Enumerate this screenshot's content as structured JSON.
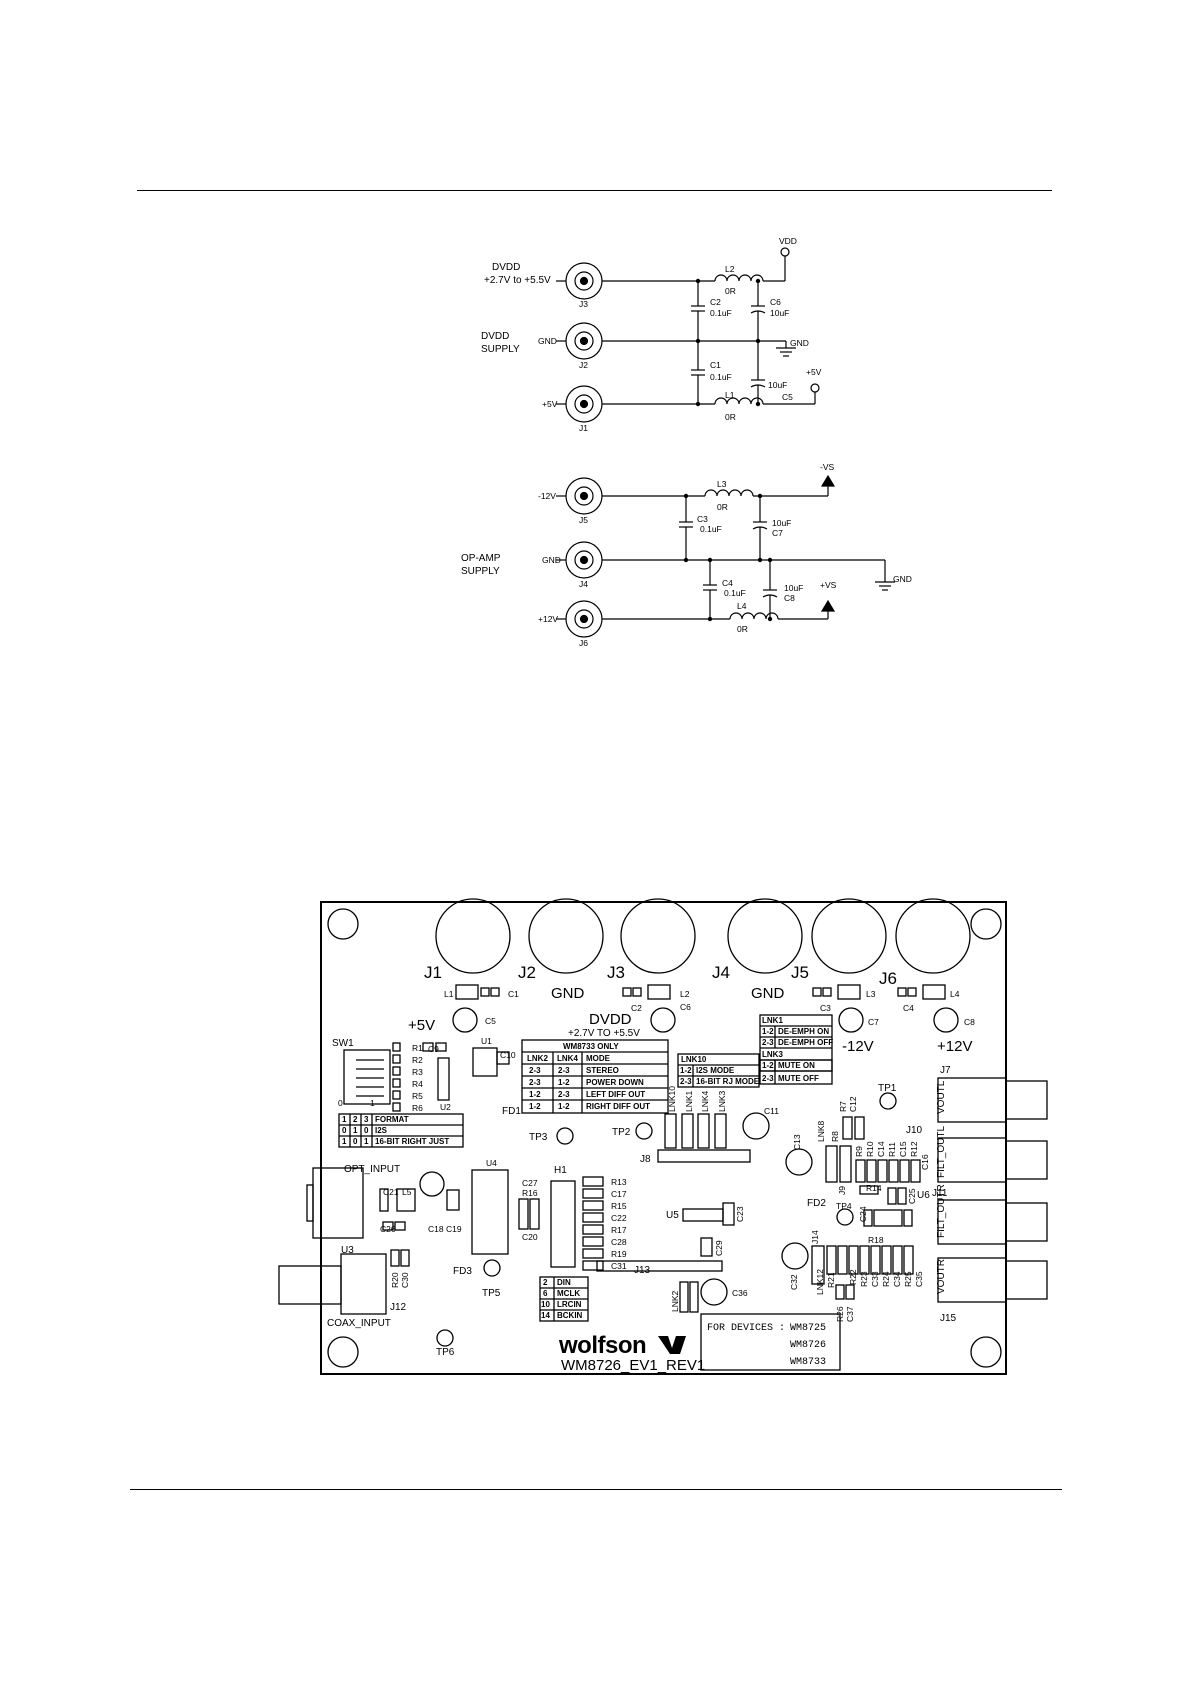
{
  "schematic": {
    "top": {
      "dvdd_label": "DVDD",
      "dvdd_range": "+2.7V to +5.5V",
      "supply_word1": "DVDD",
      "supply_word2": "SUPPLY",
      "gnd_in": "GND",
      "plus5_in": "+5V",
      "vdd_label": "VDD",
      "gnd_out": "GND",
      "plus5_out": "+5V",
      "j3": "J3",
      "j2": "J2",
      "j1": "J1",
      "l2": "L2",
      "l2v": "0R",
      "l1": "L1",
      "l1v": "0R",
      "c2": "C2",
      "c2v": "0.1uF",
      "c1": "C1",
      "c1v": "0.1uF",
      "c6": "C6",
      "c6v": "10uF",
      "c5": "C5",
      "c5v": "10uF"
    },
    "bottom": {
      "minus12_in": "-12V",
      "opamp_word1": "OP-AMP",
      "opamp_word2": "SUPPLY",
      "gnd_in": "GND",
      "plus12_in": "+12V",
      "j5": "J5",
      "j4": "J4",
      "j6": "J6",
      "l3": "L3",
      "l3v": "0R",
      "l4": "L4",
      "l4v": "0R",
      "c3": "C3",
      "c3v": "0.1uF",
      "c4": "C4",
      "c4v": "0.1uF",
      "c7": "C7",
      "c7v": "10uF",
      "c8": "C8",
      "c8v": "10uF",
      "minus_vs": "-VS",
      "plus_vs": "+VS",
      "gnd_out": "GND"
    }
  },
  "board": {
    "jacks": {
      "j1": "J1",
      "j2": "J2",
      "j3": "J3",
      "j4": "J4",
      "j5": "J5",
      "j6": "J6",
      "gnd_a": "GND",
      "gnd_b": "GND",
      "plus5": "+5V",
      "dvdd": "DVDD",
      "dvdd_range": "+2.7V TO +5.5V",
      "minus12": "-12V",
      "plus12": "+12V"
    },
    "parts": {
      "L1": "L1",
      "C1": "C1",
      "C5": "C5",
      "C2": "C2",
      "L2": "L2",
      "C6": "C6",
      "C3": "C3",
      "L3": "L3",
      "C7": "C7",
      "C4": "C4",
      "L4": "L4",
      "C8": "C8",
      "SW1": "SW1",
      "R1": "R1",
      "R2": "R2",
      "R3": "R3",
      "R4": "R4",
      "R5": "R5",
      "R6": "R6",
      "C9": "C9",
      "U1": "U1",
      "C10": "C10",
      "U2": "U2",
      "FD1": "FD1",
      "TP1": "TP1",
      "TP2": "TP2",
      "TP3": "TP3",
      "TP4": "TP4",
      "TP5": "TP5",
      "TP6": "TP6",
      "J7": "J7",
      "J8": "J8",
      "J10": "J10",
      "J11": "J11",
      "J12": "J12",
      "J13": "J13",
      "J15": "J15",
      "C11": "C11",
      "C12": "C12",
      "R7": "R7",
      "C13": "C13",
      "LNK8": "LNK8",
      "R8": "R8",
      "J9": "J9",
      "R9": "R9",
      "R10": "R10",
      "C14": "C14",
      "R11": "R11",
      "C15": "C15",
      "R12": "R12",
      "C16": "C16",
      "R14": "R14",
      "C25": "C25",
      "FD2": "FD2",
      "C24": "C24",
      "U6": "U6",
      "R18": "R18",
      "J14": "J14",
      "C32": "C32",
      "LNK12": "LNK12",
      "R21": "R21",
      "R22": "R22",
      "R23": "R23",
      "C33": "C33",
      "R24": "R24",
      "C34": "C34",
      "R25": "R25",
      "C35": "C35",
      "R26": "R26",
      "C37": "C37",
      "OPT_INPUT": "OPT_INPUT",
      "C21": "C21",
      "L5": "L5",
      "C26": "C26",
      "C18": "C18",
      "C19": "C19",
      "U3": "U3",
      "U4": "U4",
      "FD3": "FD3",
      "R20": "R20",
      "C30": "C30",
      "COAX_INPUT": "COAX_INPUT",
      "C27": "C27",
      "R16": "R16",
      "C20": "C20",
      "H1": "H1",
      "R13": "R13",
      "C17": "C17",
      "R15": "R15",
      "C22": "C22",
      "R17": "R17",
      "C28": "C28",
      "R19": "R19",
      "C31": "C31",
      "U5": "U5",
      "C23": "C23",
      "C29": "C29",
      "C36": "C36",
      "LNK2_V": "LNK2",
      "LNK10": "LNK10",
      "LNK1": "LNK1",
      "LNK4": "LNK4",
      "LNK3": "LNK3",
      "VOUTL": "VOUTL",
      "FILT_OUTL": "FILT_OUTL",
      "FILT_OUTR": "FILT_OUTR",
      "VOUTR": "VOUTR"
    },
    "wm8733_table": {
      "title": "WM8733 ONLY",
      "header": [
        "LNK2",
        "LNK4",
        "MODE"
      ],
      "rows": [
        [
          "2-3",
          "2-3",
          "STEREO"
        ],
        [
          "2-3",
          "1-2",
          "POWER DOWN"
        ],
        [
          "1-2",
          "2-3",
          "LEFT DIFF OUT"
        ],
        [
          "1-2",
          "1-2",
          "RIGHT DIFF OUT"
        ]
      ]
    },
    "lnk10_table": {
      "title": "LNK10",
      "rows": [
        [
          "1-2",
          "I2S MODE"
        ],
        [
          "2-3",
          "16-BIT RJ MODE"
        ]
      ]
    },
    "lnk1_table": {
      "title": "LNK1",
      "rows": [
        [
          "1-2",
          "DE-EMPH ON"
        ],
        [
          "2-3",
          "DE-EMPH OFF"
        ]
      ]
    },
    "lnk3_table": {
      "title": "LNK3",
      "rows": [
        [
          "1-2",
          "MUTE ON"
        ],
        [
          "2-3",
          "MUTE OFF"
        ]
      ]
    },
    "format_table": {
      "rows": [
        [
          "1",
          "2",
          "3",
          "FORMAT"
        ],
        [
          "0",
          "1",
          "0",
          "I2S"
        ],
        [
          "1",
          "0",
          "1",
          "16-BIT RIGHT JUST"
        ]
      ]
    },
    "pin_table": {
      "rows": [
        [
          "2",
          "DIN"
        ],
        [
          "6",
          "MCLK"
        ],
        [
          "10",
          "LRCIN"
        ],
        [
          "14",
          "BCKIN"
        ]
      ]
    },
    "sw_marks": {
      "off": "0",
      "on": "1"
    },
    "devices": {
      "label": "FOR DEVICES :",
      "list": [
        "WM8725",
        "WM8726",
        "WM8733"
      ]
    },
    "logo": "wolfson",
    "board_id": "WM8726_EV1_REV1"
  }
}
